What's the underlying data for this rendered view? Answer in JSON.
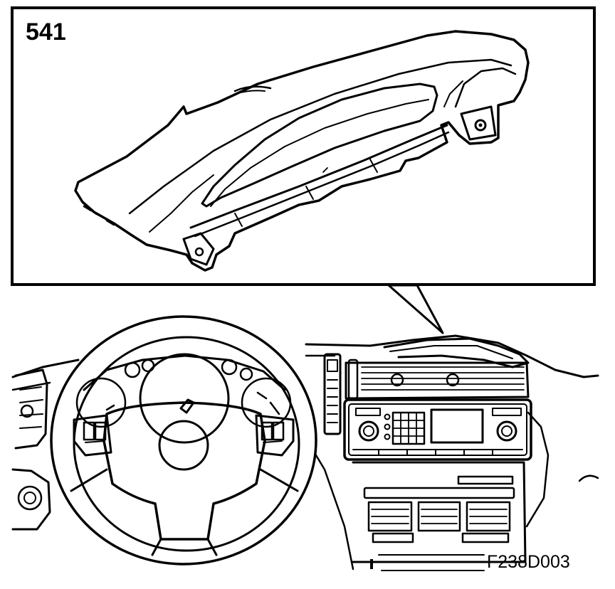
{
  "callout": {
    "number": "541"
  },
  "figure": {
    "code": "F238D003"
  },
  "colors": {
    "ink": "#000000",
    "paper": "#ffffff"
  },
  "parts": {
    "detail": "passenger-airbag-module-cover",
    "overview": "dashboard-with-steering-wheel-and-center-console"
  }
}
